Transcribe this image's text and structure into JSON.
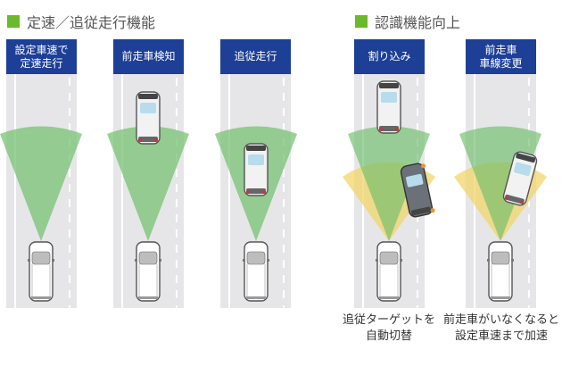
{
  "sections": [
    {
      "title": "定速／追従走行機能",
      "panels": [
        {
          "label": "設定車速で\n定速走行"
        },
        {
          "label": "前走車検知"
        },
        {
          "label": "追従走行"
        }
      ]
    },
    {
      "title": "認識機能向上",
      "panels": [
        {
          "label": "割り込み",
          "caption": "追従ターゲットを\n自動切替"
        },
        {
          "label": "前走車\n車線変更",
          "caption": "前走車がいなくなると\n設定車速まで加速"
        }
      ]
    }
  ],
  "colors": {
    "header": "#1e3f96",
    "accent": "#6cb92b",
    "green_zone": "#6fbf6a",
    "yellow_zone": "#f2d56a"
  }
}
